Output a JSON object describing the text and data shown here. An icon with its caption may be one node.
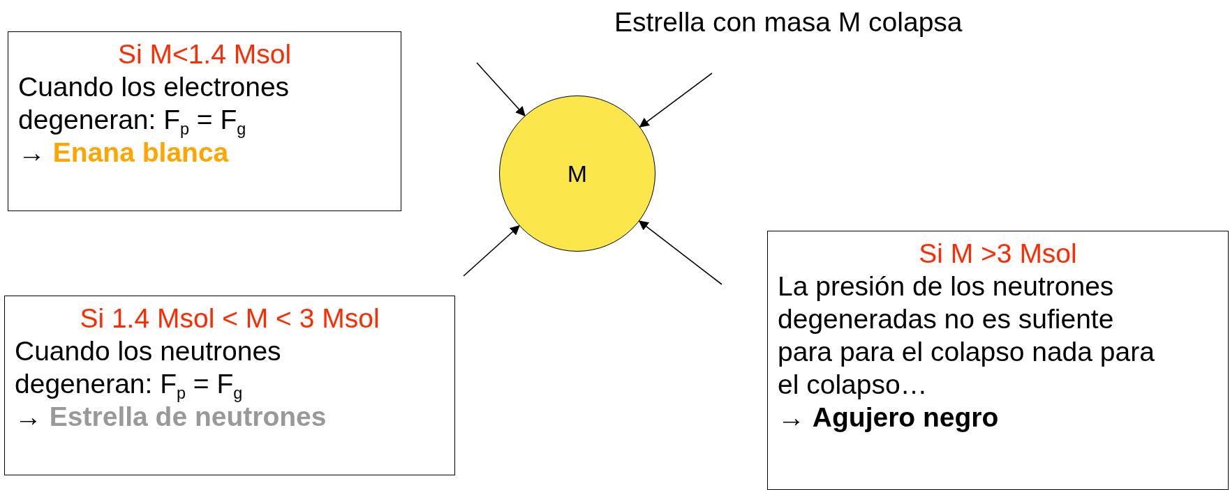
{
  "diagram": {
    "nodes": [
      {
        "text": [
          "Si M<1.4 Msol",
          "Cuando los electrones degeneran:  F$_{p}$ = F$_{g}$",
          "→ **Enana blanca**"
        ]
      },
      {
        "text": [
          "M"
        ]
      },
      {
        "text": [
          "Si M >3 Msol",
          "La presión de los neutrones degeneradas no es sufiente para para el colapso nada para el colapso…",
          "→ **Agujero negro**"
        ]
      },
      {
        "text": [
          "Si 1.4 Msol < M < 3 Msol",
          "Cuando los neutrones degeneran:  F$_{p}$ = F$_{g}$",
          "→ **Estrella de neutrones**"
        ]
      }
    ],
    "edges": [
      {
        "from": null,
        "to": 1,
        "arrow": "to"
      },
      {
        "from": null,
        "to": 1,
        "arrow": "to"
      },
      {
        "from": null,
        "to": 1,
        "arrow": "to"
      },
      {
        "from": null,
        "to": 1,
        "arrow": "to"
      }
    ],
    "labels": [
      "Estrella con masa M colapsa"
    ]
  }
}
